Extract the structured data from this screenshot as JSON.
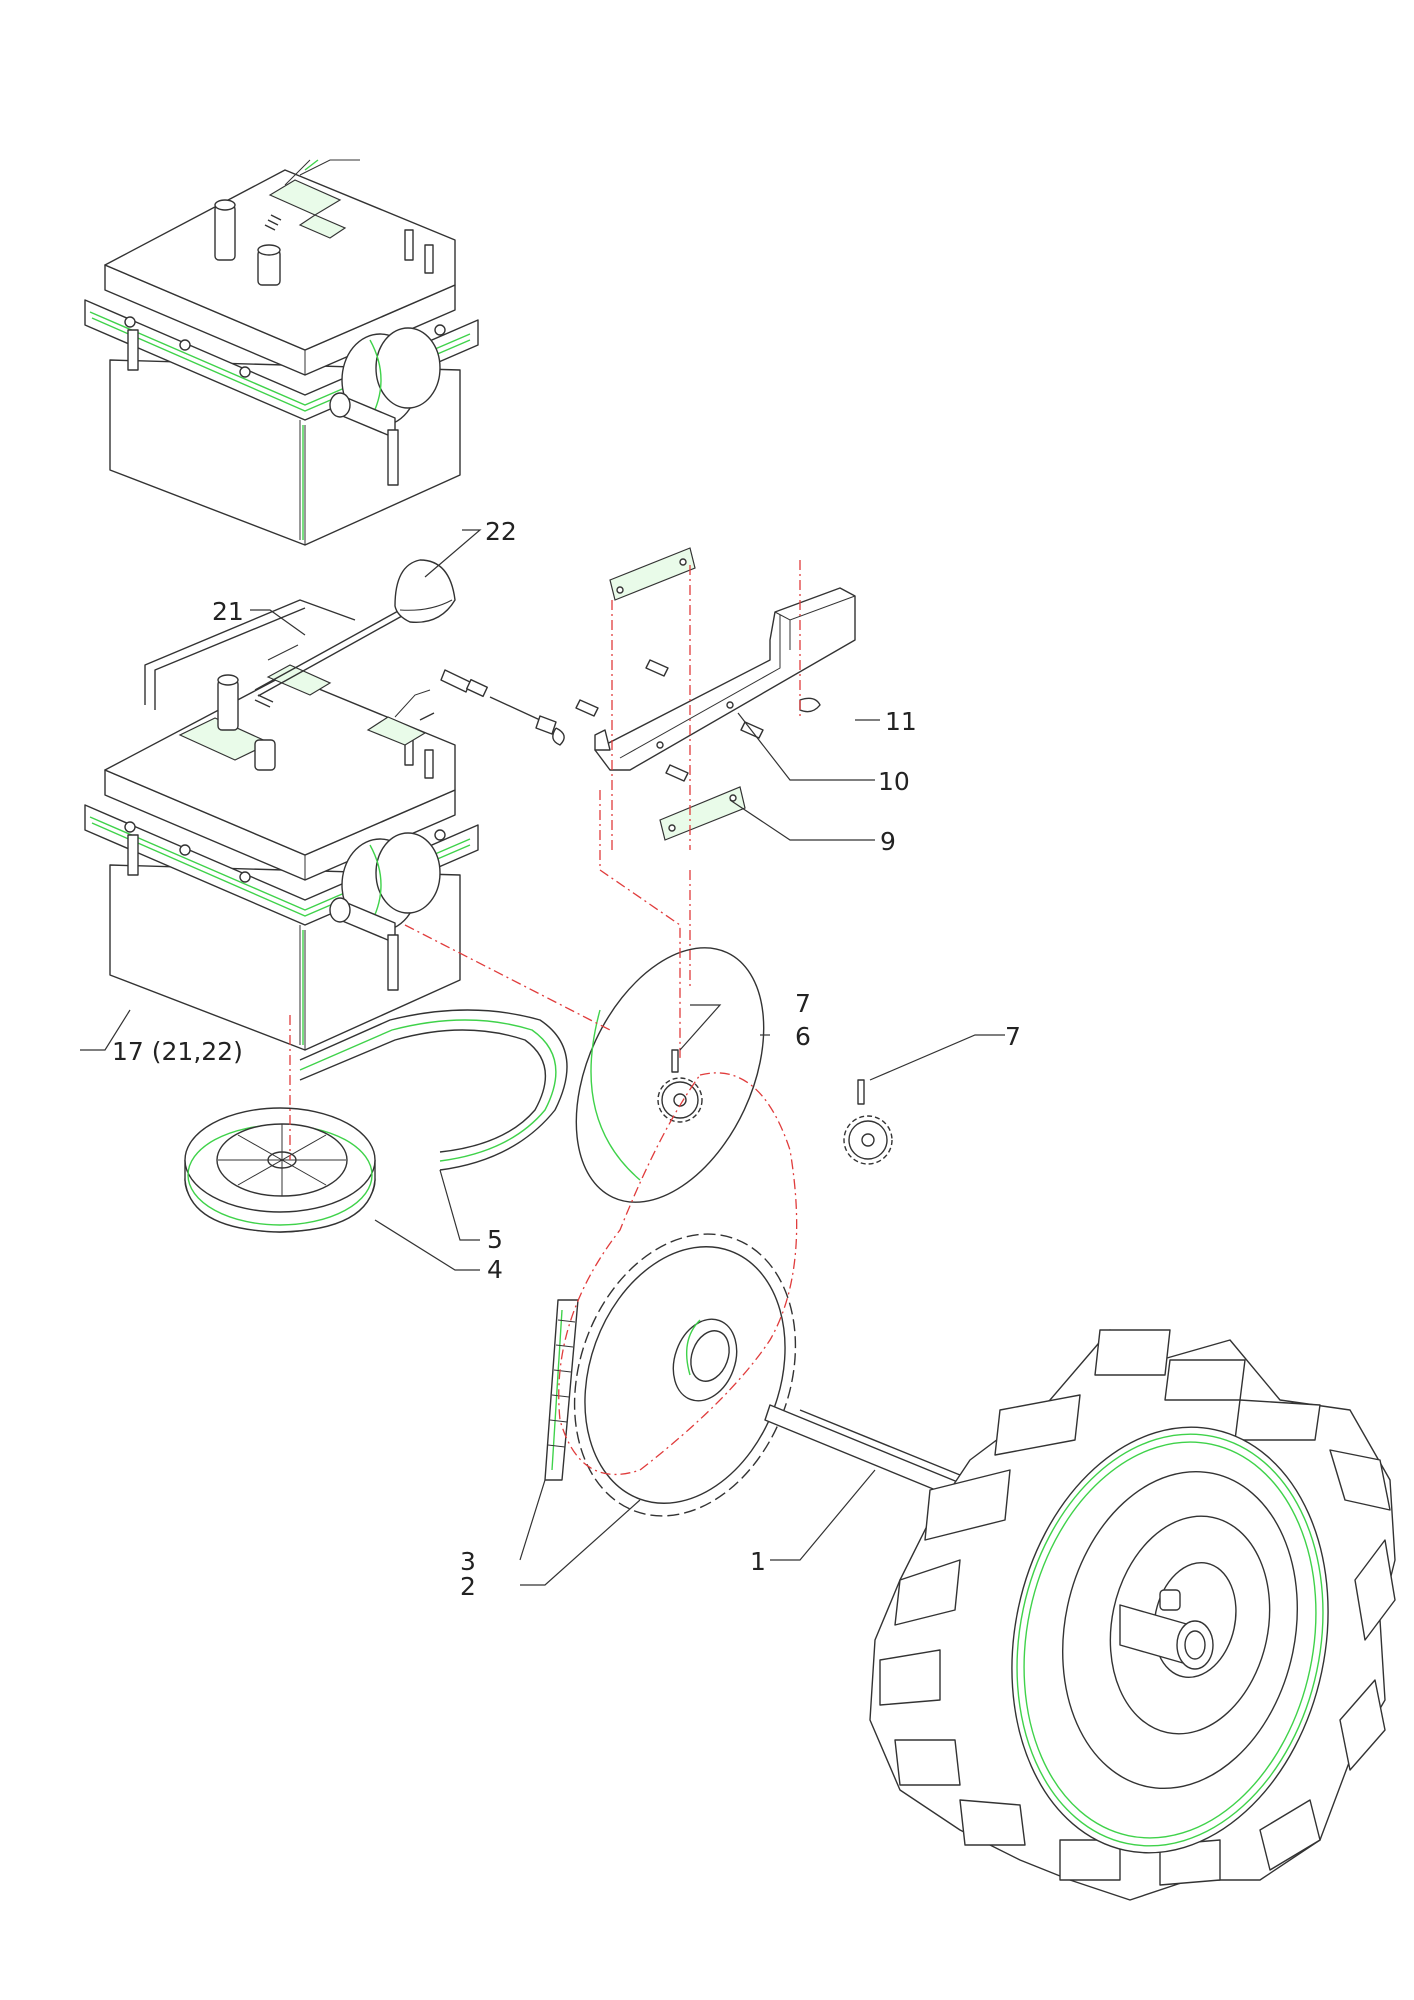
{
  "callouts": {
    "c1": "1",
    "c2": "2",
    "c3": "3",
    "c4": "4",
    "c5": "5",
    "c6": "6",
    "c7a": "7",
    "c7b": "7",
    "c9": "9",
    "c10": "10",
    "c11": "11",
    "c17": "17 (21,22)",
    "c21": "21",
    "c22": "22"
  },
  "colors": {
    "line": "#333333",
    "highlight": "#3fd24a",
    "centerline": "#e03c3c",
    "background": "#ffffff"
  }
}
